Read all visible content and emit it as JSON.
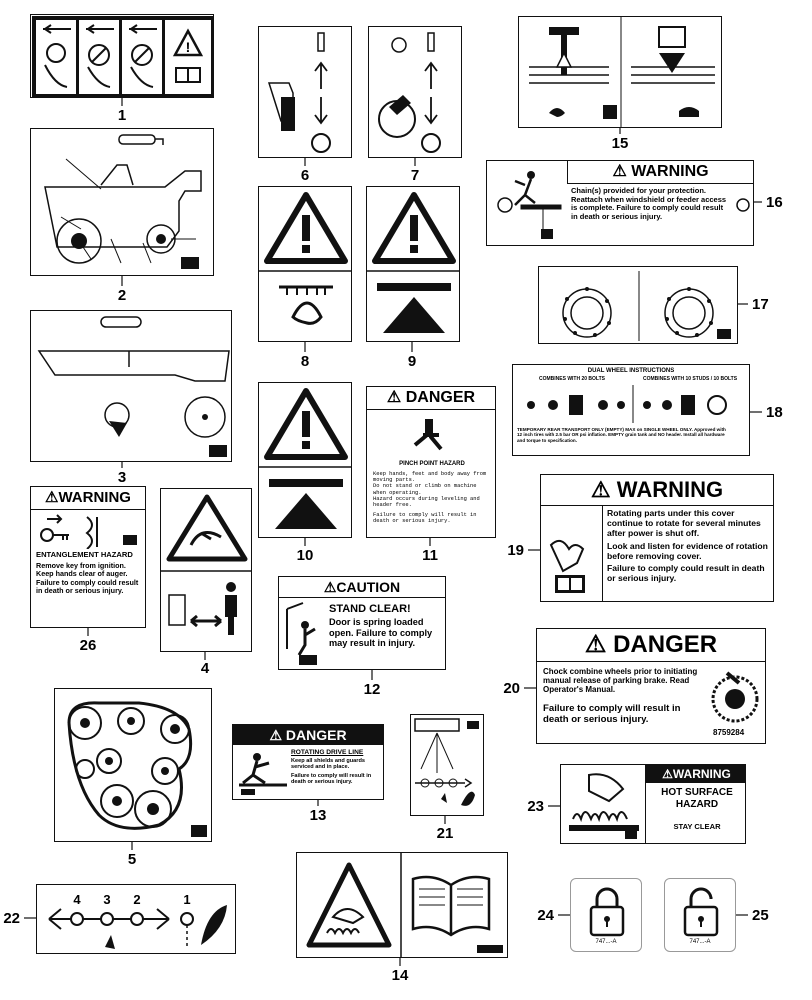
{
  "callouts": [
    "1",
    "2",
    "3",
    "4",
    "5",
    "6",
    "7",
    "8",
    "9",
    "10",
    "11",
    "12",
    "13",
    "14",
    "15",
    "16",
    "17",
    "18",
    "19",
    "20",
    "21",
    "22",
    "23",
    "24",
    "25",
    "26"
  ],
  "decals": {
    "warning_chain": {
      "header": "WARNING",
      "text": "Chain(s) provided for your protection. Reattach when windshield or feeder access is complete. Failure to comply could result in death or serious injury."
    },
    "danger_pinch": {
      "header": "DANGER",
      "title": "PINCH POINT HAZARD",
      "bullets": [
        "Keep hands, feet and body away from moving parts.",
        "Do not stand or climb on machine when operating.",
        "Hazard occurs during leveling and header free."
      ],
      "footer": "Failure to comply will result in death or serious injury."
    },
    "dual_wheel": {
      "title": "DUAL WHEEL INSTRUCTIONS",
      "left": "COMBINES WITH 20 BOLTS",
      "right": "COMBINES WITH 10 STUDS / 10 BOLTS",
      "note": "TEMPORARY REAR TRANSPORT ONLY (EMPTY) MAX on SINGLE WHEEL ONLY. Approved with 12 inch tires with 2.5 bar OR psi inflation. EMPTY grain tank and NO header. Install all hardware and torque to specification."
    },
    "warning_rotating": {
      "header": "WARNING",
      "bullets": [
        "Rotating parts under this cover continue to rotate for several minutes after power is shut off.",
        "Look and listen for evidence of rotation before removing cover."
      ],
      "footer": "Failure to comply could result in death or serious injury."
    },
    "warning_entanglement": {
      "header": "WARNING",
      "title": "ENTANGLEMENT HAZARD",
      "bullets": [
        "Remove key from ignition.",
        "Keep hands clear of auger."
      ],
      "footer": "Failure to comply could result in death or serious injury."
    },
    "caution_door": {
      "header": "CAUTION",
      "title": "STAND CLEAR!",
      "text": "Door is spring loaded open. Failure to comply may result in injury."
    },
    "danger_wheels": {
      "header": "DANGER",
      "text": "Chock combine wheels prior to initiating manual release of parking brake. Read Operator's Manual.",
      "footer": "Failure to comply will result in death or serious injury.",
      "part_no": "8759284"
    },
    "danger_driveline": {
      "header": "DANGER",
      "title": "ROTATING DRIVE LINE",
      "bullets": [
        "Keep all shields and guards serviced and in place."
      ],
      "footer": "Failure to comply will result in death or serious injury."
    },
    "warning_hot": {
      "header": "WARNING",
      "title": "HOT SURFACE HAZARD",
      "footer": "STAY CLEAR"
    },
    "lock_code": "747...-A",
    "speed_marks": [
      "4",
      "3",
      "2",
      "1"
    ]
  },
  "colors": {
    "ink": "#111111",
    "paper": "#ffffff"
  }
}
